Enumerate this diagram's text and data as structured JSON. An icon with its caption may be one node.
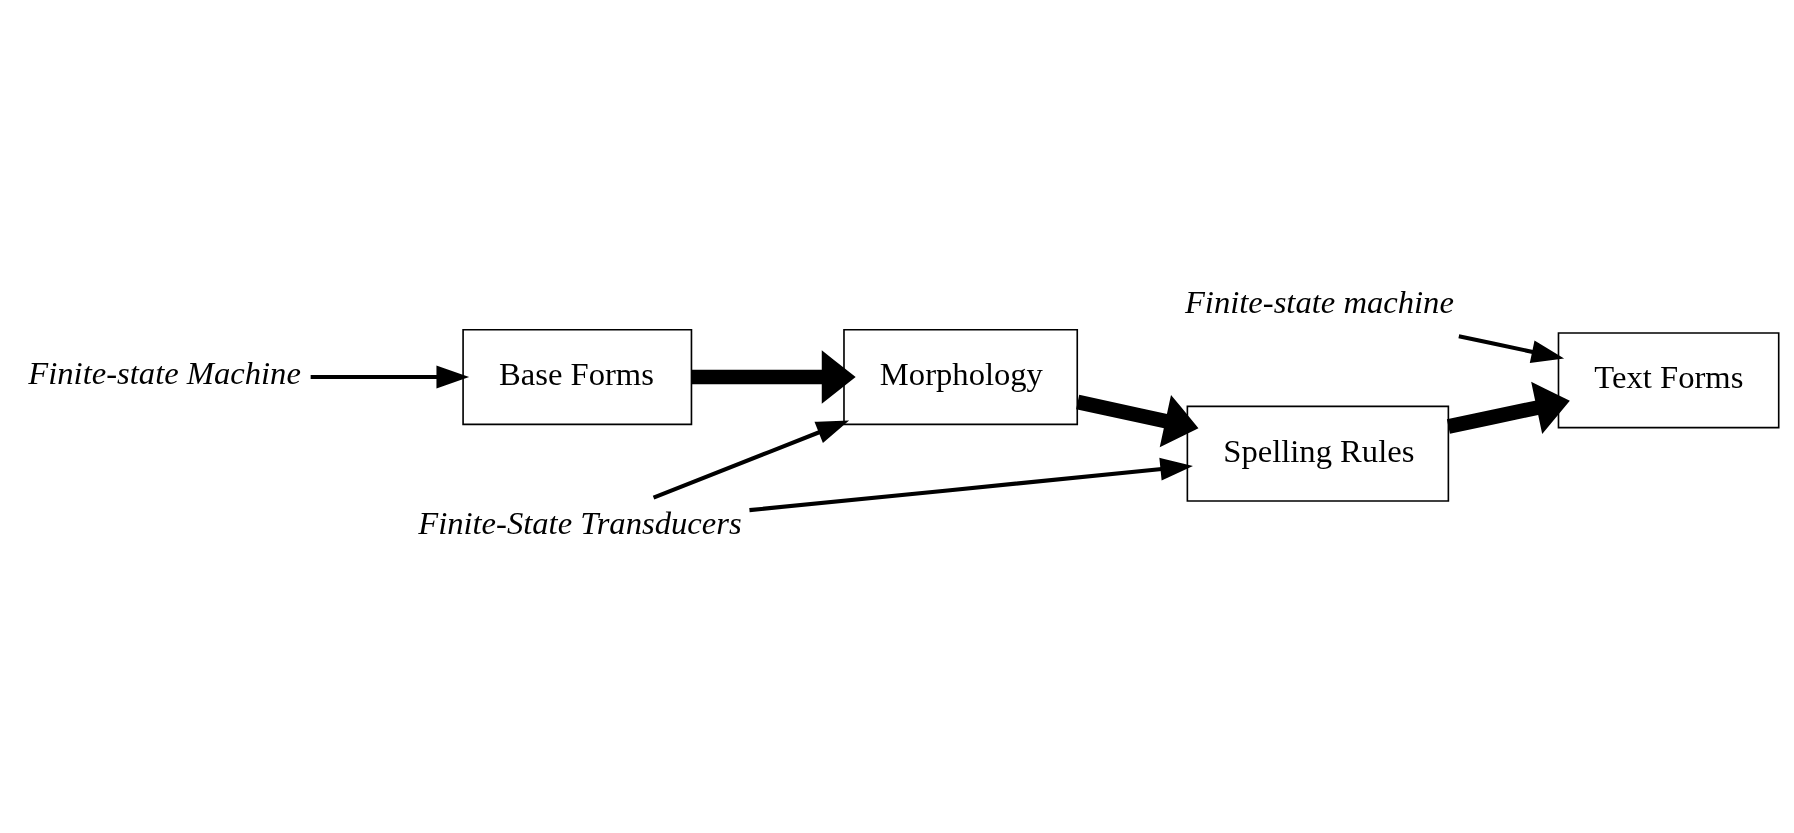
{
  "diagram": {
    "nodes": [
      {
        "text": [
          "Base Forms"
        ]
      },
      {
        "text": [
          "Morphology"
        ]
      },
      {
        "text": [
          "Spelling Rules"
        ]
      },
      {
        "text": [
          "Text Forms"
        ]
      },
      {
        "text": [
          "Finite-State Transducers"
        ]
      },
      {
        "text": [
          "Finite-state Machine"
        ]
      },
      {
        "text": [
          "Finite-state machine"
        ]
      }
    ],
    "edges": [
      {
        "from": 0,
        "to": 1,
        "arrow": "to",
        "style": "thick"
      },
      {
        "from": 1,
        "to": 2,
        "arrow": "to",
        "style": "thick"
      },
      {
        "from": 2,
        "to": 3,
        "arrow": "to",
        "style": "thick"
      },
      {
        "from": 4,
        "to": 1,
        "arrow": "to"
      },
      {
        "from": 4,
        "to": 2,
        "arrow": "to"
      },
      {
        "from": 5,
        "to": 0,
        "arrow": "to"
      },
      {
        "from": 6,
        "to": 3,
        "arrow": "to"
      }
    ]
  }
}
